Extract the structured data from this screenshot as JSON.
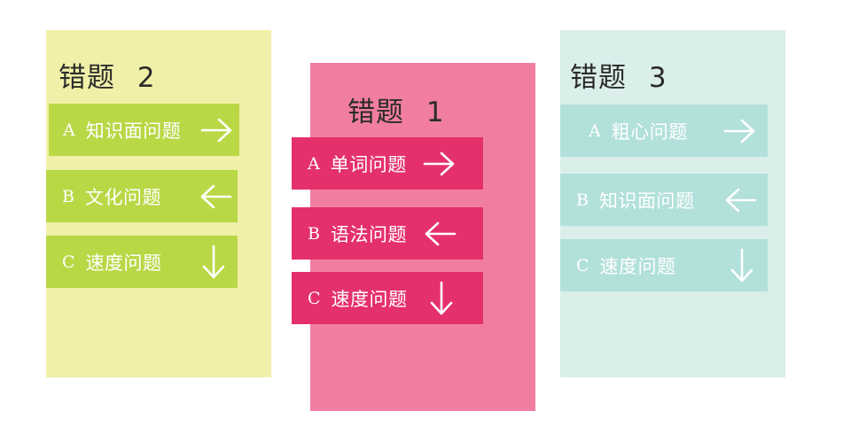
{
  "colors": {
    "panel_left_bg": "#f0f0a8",
    "panel_left_item": "#b9d846",
    "panel_middle_bg": "#f17ea0",
    "panel_middle_item": "#e4306b",
    "panel_right_bg": "#daeeea",
    "panel_right_item": "#b2e0da",
    "title_text": "#2b2b2b",
    "item_text": "#ffffff"
  },
  "panels": {
    "left": {
      "title": "错题",
      "number": "2",
      "items": [
        {
          "letter": "A",
          "label": "知识面问题",
          "arrow": "arrow-right-icon"
        },
        {
          "letter": "B",
          "label": "文化问题",
          "arrow": "arrow-left-icon"
        },
        {
          "letter": "C",
          "label": "速度问题",
          "arrow": "arrow-down-icon"
        }
      ]
    },
    "middle": {
      "title": "错题",
      "number": "1",
      "items": [
        {
          "letter": "A",
          "label": "单词问题",
          "arrow": "arrow-right-icon"
        },
        {
          "letter": "B",
          "label": "语法问题",
          "arrow": "arrow-left-icon"
        },
        {
          "letter": "C",
          "label": "速度问题",
          "arrow": "arrow-down-icon"
        }
      ]
    },
    "right": {
      "title": "错题",
      "number": "3",
      "items": [
        {
          "letter": "A",
          "label": "粗心问题",
          "arrow": "arrow-right-icon"
        },
        {
          "letter": "B",
          "label": "知识面问题",
          "arrow": "arrow-left-icon"
        },
        {
          "letter": "C",
          "label": "速度问题",
          "arrow": "arrow-down-icon"
        }
      ]
    }
  }
}
